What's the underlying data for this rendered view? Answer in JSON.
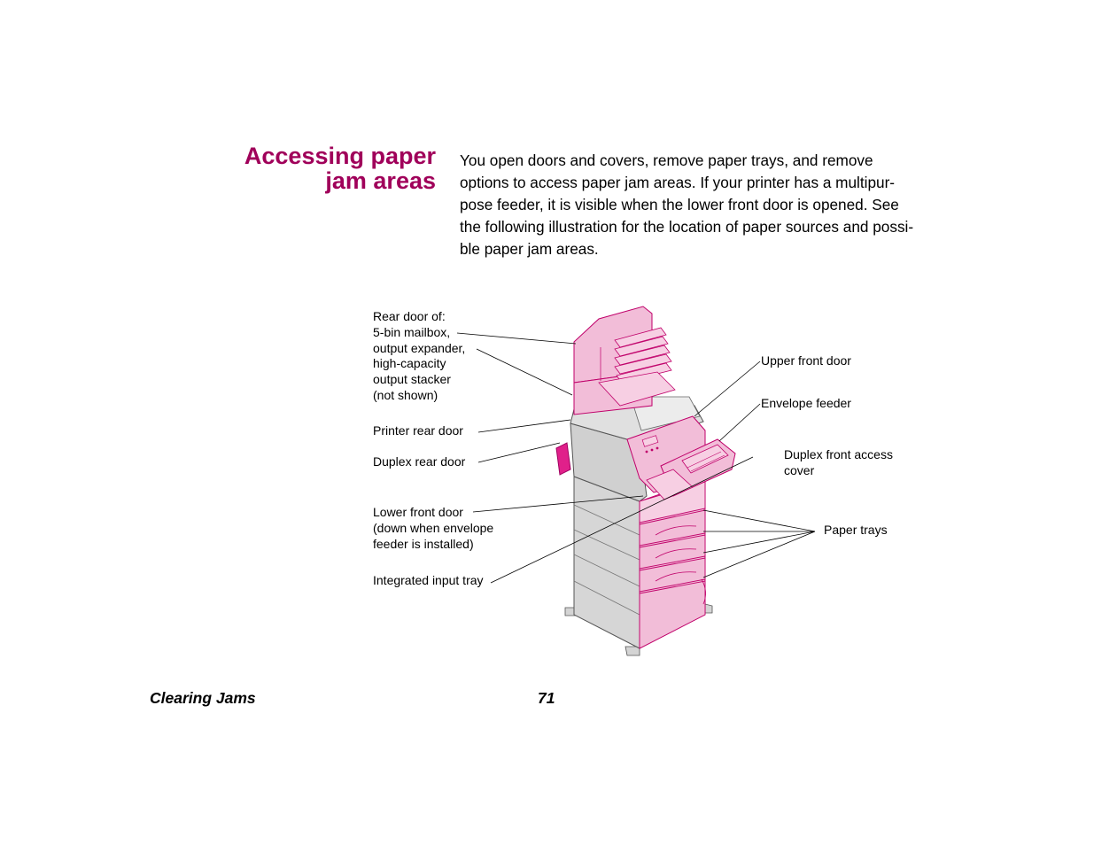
{
  "heading": {
    "line1": "Accessing paper",
    "line2": "jam areas"
  },
  "intro": [
    "You open doors and covers, remove paper trays, and remove",
    "options to access paper jam areas. If your printer has a multipur-",
    "pose feeder, it is visible when the lower front door is opened. See",
    "the following illustration for the location of paper sources and possi-",
    "ble paper jam areas."
  ],
  "callouts": {
    "rear_door": [
      "Rear door of:",
      "5-bin mailbox,",
      "output expander,",
      "high-capacity",
      "output stacker",
      "(not shown)"
    ],
    "printer_rear_door": "Printer rear door",
    "duplex_rear_door": "Duplex rear door",
    "lower_front_door": [
      "Lower front door",
      "(down when envelope",
      "feeder is installed)"
    ],
    "integrated_input_tray": "Integrated input tray",
    "upper_front_door": "Upper front door",
    "envelope_feeder": "Envelope feeder",
    "duplex_front_access_cover": [
      "Duplex front access",
      "cover"
    ],
    "paper_trays": "Paper trays"
  },
  "footer": {
    "section": "Clearing Jams",
    "page": "71"
  },
  "colors": {
    "heading": "#a0005a",
    "pink_fill": "#f2bdd8",
    "pink_stroke": "#c0006a",
    "gray_fill": "#d4d4d4"
  }
}
